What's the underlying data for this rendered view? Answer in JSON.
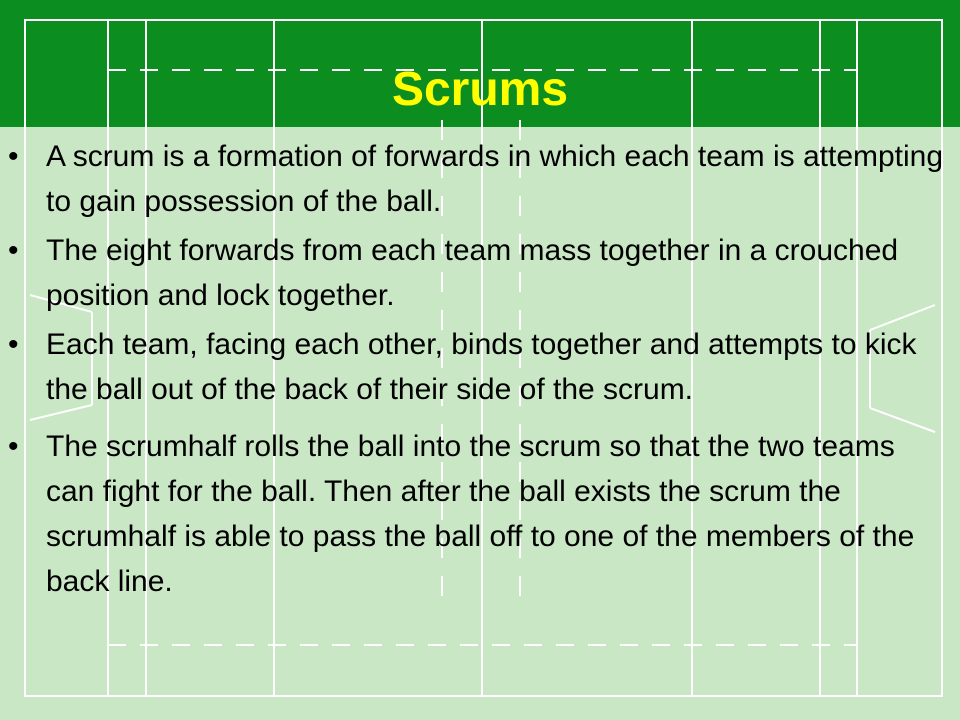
{
  "slide": {
    "title": "Scrums",
    "bullets": [
      "A scrum is a formation of forwards in which each team is attempting to gain possession of the ball.",
      "The eight forwards from each team mass together in a crouched position and lock together.",
      "Each team, facing each other, binds together and attempts to kick the ball out of the back of their side of the scrum.",
      "The scrumhalf rolls the ball into the scrum so that the two teams can fight for the ball. Then after the ball exists the scrum the scrumhalf is able to pass the ball off to one of the members of the back line."
    ]
  },
  "colors": {
    "field_dark": "#0c8d1f",
    "field_light": "#c9e6c5",
    "title": "#ffff00",
    "lines": "#ffffff"
  }
}
